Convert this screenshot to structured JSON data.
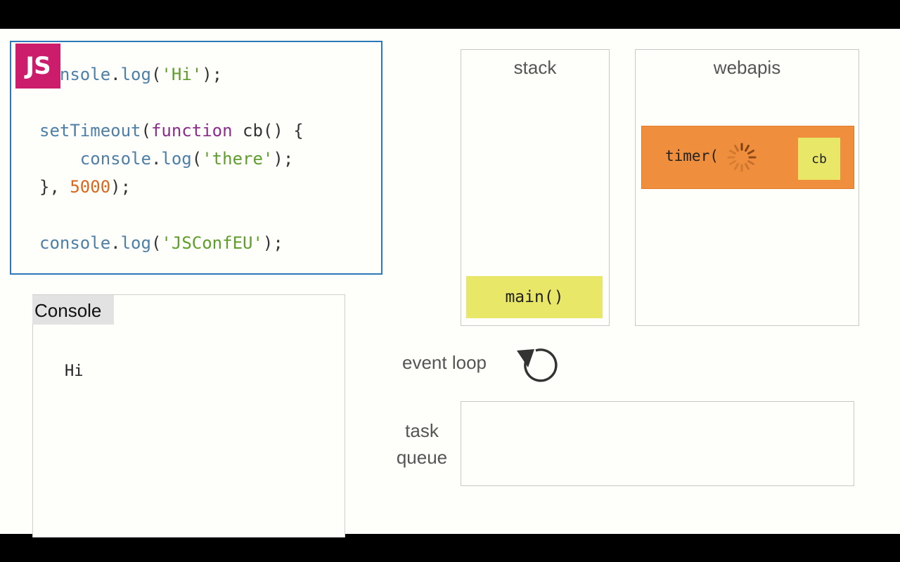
{
  "code": {
    "badge": "JS",
    "lines": [
      [
        {
          "t": "console",
          "c": "ident"
        },
        {
          "t": ".",
          "c": "punc"
        },
        {
          "t": "log",
          "c": "ident"
        },
        {
          "t": "(",
          "c": "punc"
        },
        {
          "t": "'Hi'",
          "c": "str"
        },
        {
          "t": ");",
          "c": "punc"
        }
      ],
      [],
      [
        {
          "t": "setTimeout",
          "c": "ident"
        },
        {
          "t": "(",
          "c": "punc"
        },
        {
          "t": "function",
          "c": "kw"
        },
        {
          "t": " cb() {",
          "c": "punc"
        }
      ],
      [
        {
          "t": "    console",
          "c": "ident"
        },
        {
          "t": ".",
          "c": "punc"
        },
        {
          "t": "log",
          "c": "ident"
        },
        {
          "t": "(",
          "c": "punc"
        },
        {
          "t": "'there'",
          "c": "str"
        },
        {
          "t": ");",
          "c": "punc"
        }
      ],
      [
        {
          "t": "}, ",
          "c": "punc"
        },
        {
          "t": "5000",
          "c": "num"
        },
        {
          "t": ");",
          "c": "punc"
        }
      ],
      [],
      [
        {
          "t": "console",
          "c": "ident"
        },
        {
          "t": ".",
          "c": "punc"
        },
        {
          "t": "log",
          "c": "ident"
        },
        {
          "t": "(",
          "c": "punc"
        },
        {
          "t": "'JSConfEU'",
          "c": "str"
        },
        {
          "t": ");",
          "c": "punc"
        }
      ]
    ]
  },
  "console": {
    "title": "Console",
    "output": "Hi"
  },
  "stack": {
    "title": "stack",
    "frames": [
      "main()"
    ]
  },
  "webapis": {
    "title": "webapis",
    "timer_label": "timer(",
    "callback": "cb"
  },
  "event_loop": {
    "label": "event loop",
    "icon": "refresh-arrow-icon"
  },
  "task_queue": {
    "label_line1": "task",
    "label_line2": "queue",
    "items": []
  },
  "colors": {
    "badge": "#cc1c6c",
    "code_border": "#2d78b8",
    "frame": "#e9e767",
    "timer": "#ef8f3d"
  }
}
